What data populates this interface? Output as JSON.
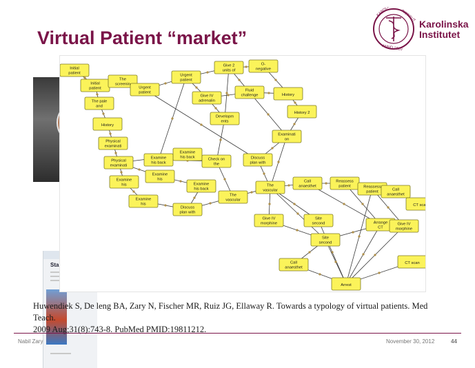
{
  "slide": {
    "title": "Virtual Patient “market”",
    "logo": {
      "line1": "Karolinska",
      "line2": "Institutet",
      "seal_text": "KAROLINSKA INSTITUTET · ANNO 1810"
    },
    "citation_line1": "Huwendiek S, De leng BA, Zary N, Fischer MR, Ruiz JG, Ellaway R. Towards a typology of virtual patients. Med Teach.",
    "citation_line2": "2009 Aug;31(8):743-8. PubMed PMID:19811212.",
    "footer_author": "Nabil Zary",
    "footer_date": "November 30, 2012",
    "page_number": "44",
    "screenshot_title": "Start"
  },
  "diagram": {
    "nodes": [
      {
        "id": "n1",
        "label": [
          "Initial",
          "patient"
        ]
      },
      {
        "id": "n2",
        "label": [
          "Initial",
          "patient"
        ]
      },
      {
        "id": "n3",
        "label": [
          "The pale",
          "and"
        ]
      },
      {
        "id": "n4",
        "label": [
          "History"
        ]
      },
      {
        "id": "n5",
        "label": [
          "Physical",
          "examinati"
        ]
      },
      {
        "id": "n6",
        "label": [
          "Physical",
          "examinati"
        ]
      },
      {
        "id": "n7",
        "label": [
          "Examine",
          "his"
        ]
      },
      {
        "id": "n8",
        "label": [
          "Examine",
          "his"
        ]
      },
      {
        "id": "n9",
        "label": [
          "The",
          "screenin"
        ]
      },
      {
        "id": "n10",
        "label": [
          "Urgent",
          "patient"
        ]
      },
      {
        "id": "n11",
        "label": [
          "Urgent",
          "patient"
        ]
      },
      {
        "id": "n12",
        "label": [
          "Give 2",
          "units of"
        ]
      },
      {
        "id": "n13",
        "label": [
          "O-",
          "negative"
        ]
      },
      {
        "id": "n14",
        "label": [
          "Give IV",
          "adrenalin"
        ]
      },
      {
        "id": "n15",
        "label": [
          "Fluid",
          "challenge"
        ]
      },
      {
        "id": "n16",
        "label": [
          "History"
        ]
      },
      {
        "id": "n17",
        "label": [
          "History 2"
        ]
      },
      {
        "id": "n18",
        "label": [
          "Developm",
          "ents"
        ]
      },
      {
        "id": "n19",
        "label": [
          "Examinati",
          "on"
        ]
      },
      {
        "id": "n20",
        "label": [
          "Examine",
          "his back"
        ]
      },
      {
        "id": "n21",
        "label": [
          "Examine",
          "his back"
        ]
      },
      {
        "id": "n22",
        "label": [
          "Examine",
          "his"
        ]
      },
      {
        "id": "n23",
        "label": [
          "Check on",
          "the"
        ]
      },
      {
        "id": "n24",
        "label": [
          "Discuss",
          "plan with"
        ]
      },
      {
        "id": "n25",
        "label": [
          "Examine",
          "his back"
        ]
      },
      {
        "id": "n26",
        "label": [
          "Discuss",
          "plan with"
        ]
      },
      {
        "id": "n27",
        "label": [
          "The",
          "vascular"
        ]
      },
      {
        "id": "n28",
        "label": [
          "The",
          "vascular"
        ]
      },
      {
        "id": "n29",
        "label": [
          "Call",
          "anaesthet"
        ]
      },
      {
        "id": "n30",
        "label": [
          "Reassess",
          "patient"
        ]
      },
      {
        "id": "n31",
        "label": [
          "Reassess",
          "patient"
        ]
      },
      {
        "id": "n32",
        "label": [
          "Call",
          "anaesthet"
        ]
      },
      {
        "id": "n33",
        "label": [
          "CT scan"
        ]
      },
      {
        "id": "n34",
        "label": [
          "Give IV",
          "morphine"
        ]
      },
      {
        "id": "n35",
        "label": [
          "Site",
          "second"
        ]
      },
      {
        "id": "n36",
        "label": [
          "Arrange",
          "CT"
        ]
      },
      {
        "id": "n37",
        "label": [
          "Give IV",
          "morphine"
        ]
      },
      {
        "id": "n38",
        "label": [
          "Site",
          "second"
        ]
      },
      {
        "id": "n39",
        "label": [
          "Call",
          "anaesthet"
        ]
      },
      {
        "id": "n40",
        "label": [
          "CT scan"
        ]
      },
      {
        "id": "n41",
        "label": [
          "Arrest"
        ]
      }
    ],
    "edges": [
      [
        "n1",
        "n2"
      ],
      [
        "n2",
        "n3"
      ],
      [
        "n3",
        "n4"
      ],
      [
        "n4",
        "n5"
      ],
      [
        "n5",
        "n6"
      ],
      [
        "n6",
        "n7"
      ],
      [
        "n7",
        "n8"
      ],
      [
        "n2",
        "n9"
      ],
      [
        "n9",
        "n10"
      ],
      [
        "n10",
        "n11"
      ],
      [
        "n11",
        "n12"
      ],
      [
        "n11",
        "n14"
      ],
      [
        "n12",
        "n13"
      ],
      [
        "n12",
        "n15"
      ],
      [
        "n14",
        "n15"
      ],
      [
        "n13",
        "n16"
      ],
      [
        "n15",
        "n16"
      ],
      [
        "n16",
        "n17"
      ],
      [
        "n17",
        "n19"
      ],
      [
        "n15",
        "n19"
      ],
      [
        "n12",
        "n18"
      ],
      [
        "n14",
        "n18"
      ],
      [
        "n18",
        "n23"
      ],
      [
        "n11",
        "n21"
      ],
      [
        "n10",
        "n24"
      ],
      [
        "n6",
        "n20"
      ],
      [
        "n6",
        "n22"
      ],
      [
        "n20",
        "n21"
      ],
      [
        "n21",
        "n23"
      ],
      [
        "n22",
        "n25"
      ],
      [
        "n8",
        "n26"
      ],
      [
        "n25",
        "n26"
      ],
      [
        "n23",
        "n27"
      ],
      [
        "n26",
        "n27"
      ],
      [
        "n19",
        "n24"
      ],
      [
        "n24",
        "n28"
      ],
      [
        "n27",
        "n28"
      ],
      [
        "n28",
        "n29"
      ],
      [
        "n29",
        "n30"
      ],
      [
        "n30",
        "n31"
      ],
      [
        "n31",
        "n32"
      ],
      [
        "n32",
        "n33"
      ],
      [
        "n28",
        "n34"
      ],
      [
        "n28",
        "n35"
      ],
      [
        "n29",
        "n36"
      ],
      [
        "n28",
        "n38"
      ],
      [
        "n31",
        "n37"
      ],
      [
        "n30",
        "n36"
      ],
      [
        "n36",
        "n38"
      ],
      [
        "n34",
        "n38"
      ],
      [
        "n38",
        "n39"
      ],
      [
        "n35",
        "n41"
      ],
      [
        "n38",
        "n41"
      ],
      [
        "n39",
        "n41"
      ],
      [
        "n36",
        "n41"
      ],
      [
        "n40",
        "n41"
      ],
      [
        "n37",
        "n41"
      ],
      [
        "n31",
        "n41"
      ],
      [
        "n19",
        "n28"
      ]
    ],
    "colors": {
      "node_fill": "#fbf35a",
      "node_border": "#7d7a26",
      "edge": "#3a3a3a",
      "title": "#7a1448"
    }
  }
}
